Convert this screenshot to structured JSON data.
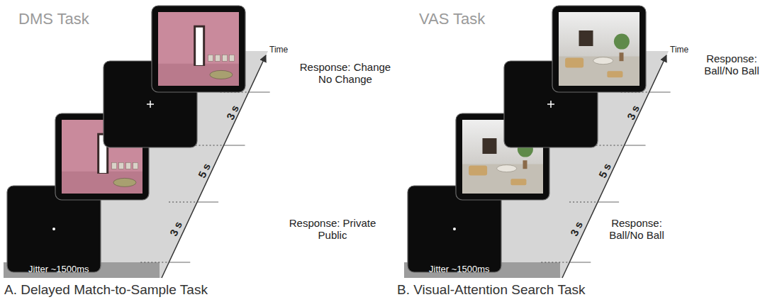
{
  "diagram": {
    "labels": [
      "DMS Task",
      "Time",
      "Response: Change No Change",
      "3 s",
      "5 s",
      "3 s",
      "Response: Private Public",
      "Jitter ~1500ms",
      "VAS Task",
      "Time",
      "Response: Ball/No Ball",
      "3 s",
      "5 s",
      "3 s",
      "Response: Ball/No Ball",
      "Jitter ~1500ms",
      "A. Delayed Match-to-Sample Task",
      "B. Visual-Attention Search Task"
    ]
  }
}
